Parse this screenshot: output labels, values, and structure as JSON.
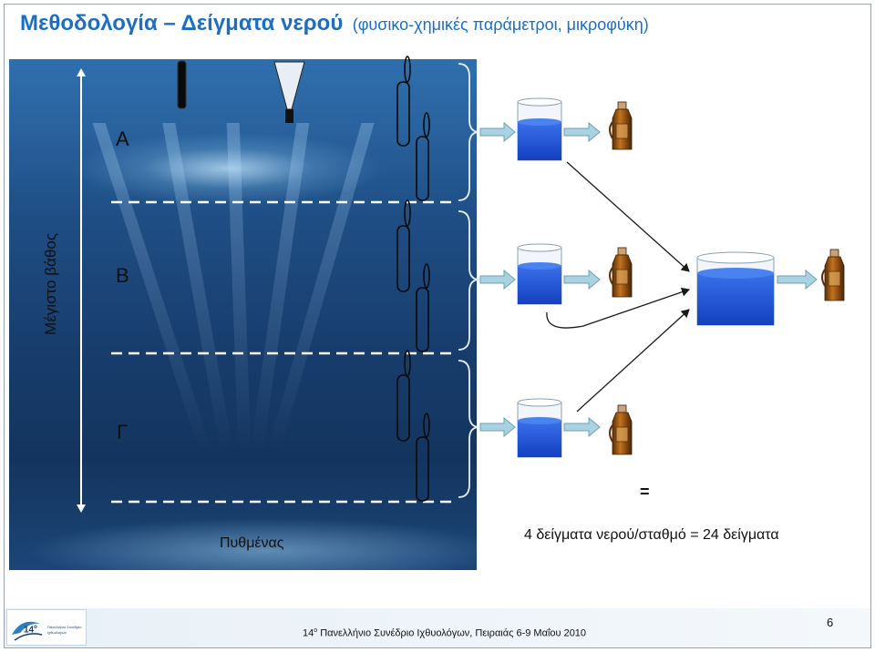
{
  "title": {
    "main": "Μεθοδολογία – Δείγματα νερού",
    "subtitle": "(φυσικο-χημικές παράμετροι, μικροφύκη)"
  },
  "labels": {
    "depth_axis": "Μέγιστο βάθος",
    "layer_a": "Α",
    "layer_b": "Β",
    "layer_c": "Γ",
    "bottom": "Πυθμένας",
    "equals": "=",
    "summary": "4 δείγματα νερού/σταθμό = 24 δείγματα"
  },
  "footer": {
    "logo_number": "14",
    "logo_sup": "ο",
    "logo_line1": "Πανελλήνιο Συνέδριο",
    "logo_line2": "Ιχθυολογων",
    "conference_num": "14",
    "conference_sup": "ο",
    "conference_text": " Πανελλήνιο Συνέδριο Ιχθυολόγων, Πειραιάς 6-9 Μαΐου 2010",
    "page_number": "6"
  },
  "colors": {
    "title": "#1a6fc4",
    "water_top": "#2f6fae",
    "water_deep": "#13345e",
    "arrow_fill": "#a9d2e3",
    "beaker_water": "#1f4fd6",
    "bottle": "#8a4a12"
  },
  "icons": [
    "secchi-disk-icon",
    "plankton-net-icon",
    "sampling-tube-icon",
    "beaker-icon",
    "sample-bottle-icon",
    "arrow-icon"
  ]
}
